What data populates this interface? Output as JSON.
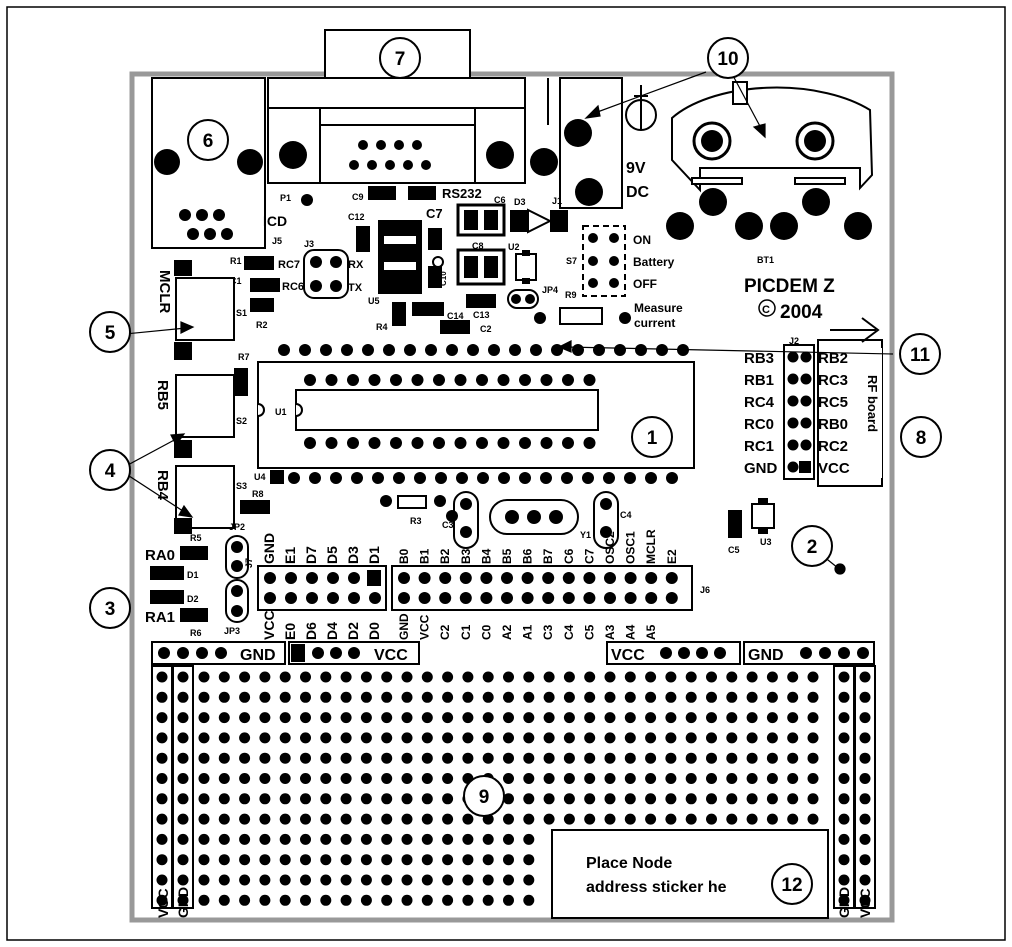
{
  "board": {
    "title": "PICDEM Z",
    "year": "2004",
    "copyright_symbol": "C",
    "sticker_line1": "Place Node",
    "sticker_line2": "address sticker he"
  },
  "callouts": [
    "1",
    "2",
    "3",
    "4",
    "5",
    "6",
    "7",
    "8",
    "9",
    "10",
    "11",
    "12"
  ],
  "labels": {
    "icd": "ICD",
    "j5": "J5",
    "p1": "P1",
    "j3": "J3",
    "rx": "RX",
    "tx": "TX",
    "c9": "C9",
    "rs232": "RS232",
    "c6": "C6",
    "d3": "D3",
    "c12": "C12",
    "c7": "C7",
    "c8": "C8",
    "c10": "C10",
    "u2": "U2",
    "j1": "J1",
    "u5": "U5",
    "jp4": "JP4",
    "r9": "R9",
    "s7": "S7",
    "on": "ON",
    "battery": "Battery",
    "off": "OFF",
    "nine_v": "9V",
    "dc": "DC",
    "bt1": "BT1",
    "r4": "R4",
    "c14": "C14",
    "c13": "C13",
    "c2": "C2",
    "measure": "Measure",
    "current": "current",
    "r1": "R1",
    "c1": "C1",
    "rc7": "RC7",
    "rc6": "RC6",
    "s1": "S1",
    "r2": "R2",
    "mclr": "MCLR",
    "r7": "R7",
    "rb5": "RB5",
    "s2": "S2",
    "u1": "U1",
    "rb4": "RB4",
    "s3": "S3",
    "r8": "R8",
    "u4": "U4",
    "j2": "J2",
    "rf_board": "RF board",
    "r3": "R3",
    "c3": "C3",
    "y1": "Y1",
    "c4": "C4",
    "c5": "C5",
    "u3": "U3",
    "jp2": "JP2",
    "r5": "R5",
    "ra0": "RA0",
    "d1": "D1",
    "d2": "D2",
    "ra1": "RA1",
    "r6": "R6",
    "jp3": "JP3",
    "j7": "J7",
    "j6": "J6",
    "gnd": "GND",
    "vcc": "VCC"
  },
  "j2_left": [
    "RB3",
    "RB1",
    "RC4",
    "RC0",
    "RC1",
    "GND"
  ],
  "j2_right": [
    "RB2",
    "RC3",
    "RC5",
    "RB0",
    "RC2",
    "VCC"
  ],
  "j7_top": [
    "GND",
    "E1",
    "D7",
    "D5",
    "D3",
    "D1"
  ],
  "j7_bottom": [
    "VCC",
    "E0",
    "D6",
    "D4",
    "D2",
    "D0"
  ],
  "j6_top": [
    "B0",
    "B1",
    "B2",
    "B3",
    "B4",
    "B5",
    "B6",
    "B7",
    "C6",
    "C7",
    "OSC2",
    "OSC1",
    "MCLR",
    "E2"
  ],
  "j6_bottom": [
    "GND",
    "VCC",
    "C2",
    "C1",
    "C0",
    "A2",
    "A1",
    "C3",
    "C4",
    "C5",
    "A3",
    "A4",
    "A5"
  ]
}
